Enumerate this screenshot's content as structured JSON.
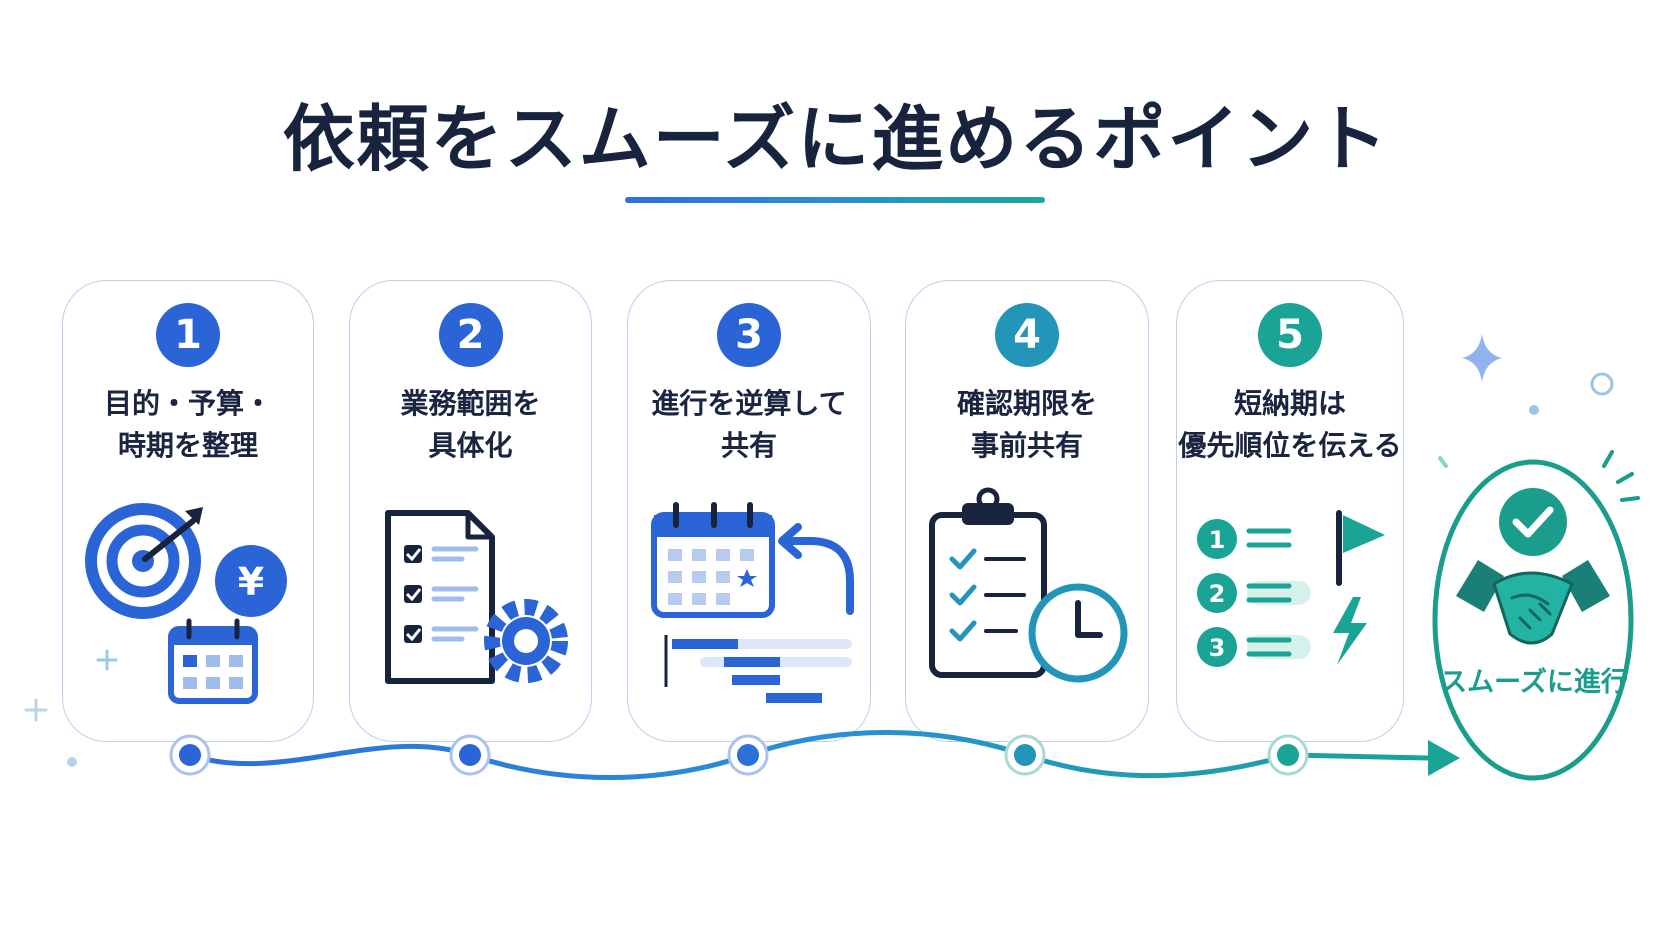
{
  "title": "依頼をスムーズに進めるポイント",
  "steps": [
    {
      "number": "1",
      "line1": "目的・予算・",
      "line2": "時期を整理",
      "icon": "target-yen-calendar-icon",
      "color": "#2a64d6"
    },
    {
      "number": "2",
      "line1": "業務範囲を",
      "line2": "具体化",
      "icon": "checklist-gear-icon",
      "color": "#2a64d6"
    },
    {
      "number": "3",
      "line1": "進行を逆算して",
      "line2": "共有",
      "icon": "calendar-gantt-icon",
      "color": "#2a64d6"
    },
    {
      "number": "4",
      "line1": "確認期限を",
      "line2": "事前共有",
      "icon": "clipboard-clock-icon",
      "color": "#2395b8"
    },
    {
      "number": "5",
      "line1": "短納期は",
      "line2": "優先順位を伝える",
      "icon": "priority-flag-icon",
      "color": "#19a495"
    }
  ],
  "goal": {
    "label": "スムーズに進行",
    "icon": "handshake-check-icon",
    "color": "#1a9d8a"
  },
  "colors": {
    "blue": "#2a64d6",
    "teal": "#19a495",
    "navy": "#18233d",
    "border": "#b9d0ee"
  }
}
